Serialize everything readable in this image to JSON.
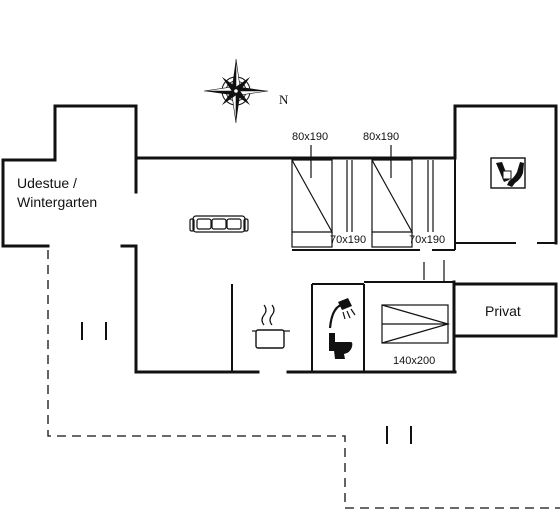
{
  "compass": {
    "north_label": "N"
  },
  "rooms": {
    "conservatory": {
      "line1": "Udestue /",
      "line2": "Wintergarten"
    },
    "private": "Privat"
  },
  "beds": {
    "bed_a": "80x190",
    "bed_b": "80x190",
    "bed_c": "70x190",
    "bed_d": "70x190",
    "double": "140x200"
  },
  "icons": {
    "sofa": "sofa-icon",
    "stove": "cooking-pot-icon",
    "shower": "shower-icon",
    "toilet": "toilet-icon",
    "utility": "utility-room-icon",
    "compass": "compass-rose-icon"
  }
}
